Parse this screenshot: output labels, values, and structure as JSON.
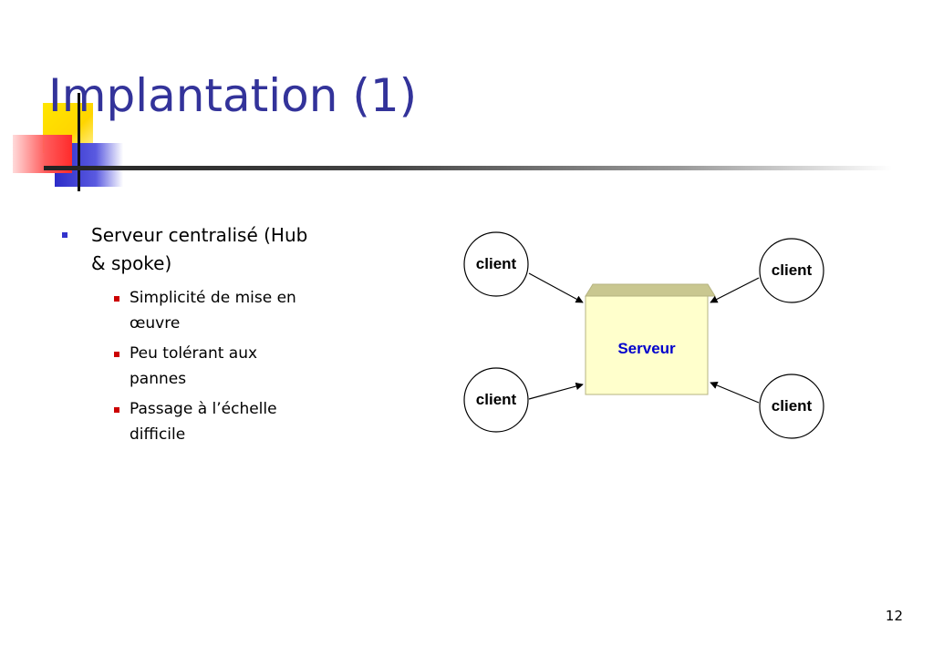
{
  "slide": {
    "title": "Implantation (1)",
    "page_number": "12"
  },
  "bullets": [
    {
      "text": "Serveur centralisé (Hub & spoke)",
      "line1": "Serveur centralisé (Hub",
      "line2": "& spoke)",
      "subitems": [
        {
          "line1": "Simplicité de mise en",
          "line2": "œuvre"
        },
        {
          "line1": "Peu tolérant aux",
          "line2": "pannes"
        },
        {
          "line1": "Passage à l’échelle",
          "line2": "difficile"
        }
      ]
    }
  ],
  "diagram": {
    "server_label": "Serveur",
    "clients": [
      "client",
      "client",
      "client",
      "client"
    ],
    "colors": {
      "server_fill": "#ffffcc",
      "server_top": "#c9c790",
      "server_text": "#0000cc",
      "title": "#33339a",
      "bullet_l1": "#3333cc",
      "bullet_l2": "#cc0000"
    }
  }
}
